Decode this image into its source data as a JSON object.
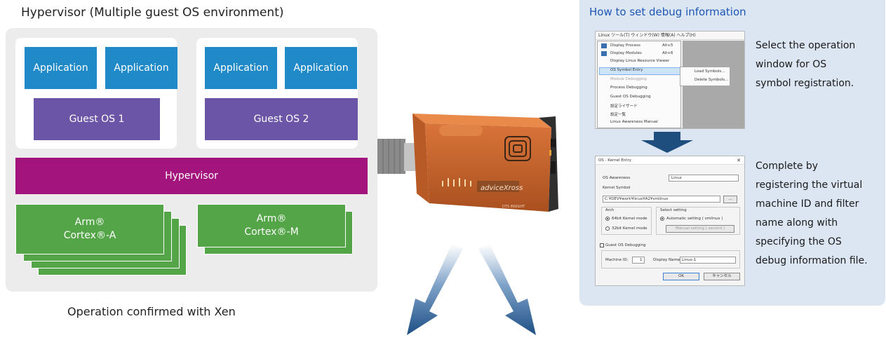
{
  "hypervisor_diagram": {
    "title": "Hypervisor (Multiple guest OS environment)",
    "guest1": {
      "apps": [
        "Application",
        "Application"
      ],
      "os": "Guest OS 1"
    },
    "guest2": {
      "apps": [
        "Application",
        "Application"
      ],
      "os": "Guest OS 2"
    },
    "hypervisor_label": "Hypervisor",
    "cores": [
      {
        "line1": "Arm®",
        "line2": "Cortex®-A"
      },
      {
        "line1": "Arm®",
        "line2": "Cortex®-M"
      }
    ],
    "note": "Operation confirmed with Xen"
  },
  "device": {
    "brand_label": "adviceXross",
    "maker_label": "DTS INSIGHT"
  },
  "debug_panel": {
    "title": "How to set debug information",
    "step1_lines": [
      "Select the operation",
      "window for OS",
      "symbol registration."
    ],
    "step2_lines": [
      "Complete by",
      "registering the virtual",
      "machine ID and filter",
      "name along with",
      "specifying the OS",
      "debug information file."
    ]
  },
  "menu_screenshot": {
    "menubar": "Linux  ツール(T)  ウィンドウ(W)  情報(A)  ヘルプ(H)",
    "items": [
      "Display Process",
      "Display Modules",
      "Display Linux Resource Viewer",
      "OS Symbol Entry",
      "Module Debugging",
      "Process Debugging",
      "Guest OS Debugging",
      "設定ライザード",
      "設定一覧",
      "Linux Awareness Manual"
    ],
    "shortcuts": [
      "Alt+5",
      "Alt+6"
    ],
    "submenu": [
      "Load Symbols...",
      "Delete Symbols..."
    ]
  },
  "dialog_screenshot": {
    "title": "OS - Kernel Entry",
    "os_awareness_label": "OS Awareness",
    "os_awareness_value": "Linux",
    "kernel_symbol_label": "Kernel Symbol",
    "kernel_symbol_value": "C:¥DEV¥work¥linux¥A2¥vmlinux",
    "browse_label": "...",
    "arch_label": "Arch",
    "arch_options": [
      "64bit Kernel mode",
      "32bit Kernel mode"
    ],
    "select_label": "Select setting",
    "select_options": [
      "Automatic setting ( vmlinux )",
      "Manual setting ( second )"
    ],
    "guest_debug_label": "Guest OS Debugging",
    "machine_id_label": "Machine ID:",
    "machine_id_value": "1",
    "display_name_label": "Display Name",
    "display_name_value": "Linux-1",
    "ok_label": "OK",
    "cancel_label": "キャンセル"
  }
}
